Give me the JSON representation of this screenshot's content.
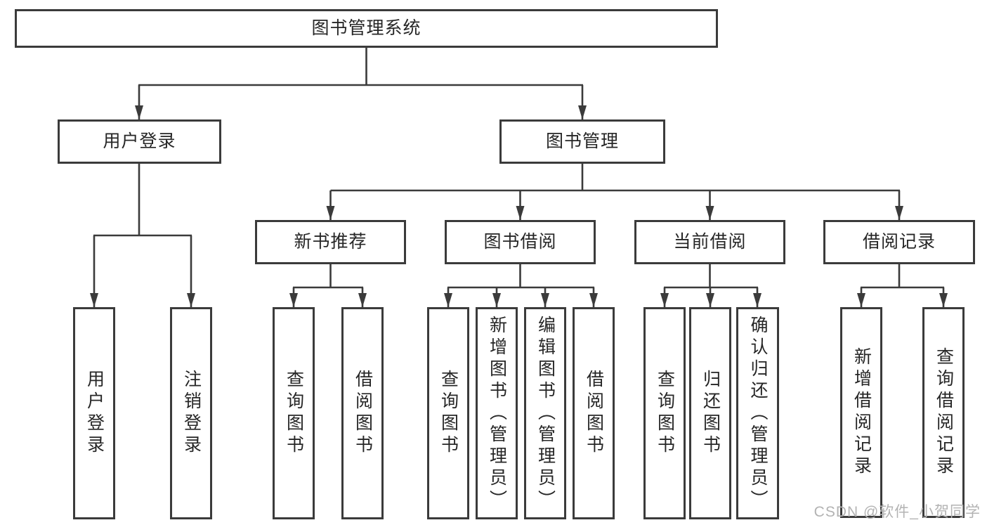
{
  "root": {
    "label": "图书管理系统"
  },
  "branches": [
    {
      "label": "用户登录",
      "children": [
        {
          "label": "用户登录"
        },
        {
          "label": "注销登录"
        }
      ]
    },
    {
      "label": "图书管理",
      "sections": [
        {
          "label": "新书推荐",
          "children": [
            {
              "label": "查询图书"
            },
            {
              "label": "借阅图书"
            }
          ]
        },
        {
          "label": "图书借阅",
          "children": [
            {
              "label": "查询图书"
            },
            {
              "label": "新增图书（管理员）"
            },
            {
              "label": "编辑图书（管理员）"
            },
            {
              "label": "借阅图书"
            }
          ]
        },
        {
          "label": "当前借阅",
          "children": [
            {
              "label": "查询图书"
            },
            {
              "label": "归还图书"
            },
            {
              "label": "确认归还（管理员）"
            }
          ]
        },
        {
          "label": "借阅记录",
          "children": [
            {
              "label": "新增借阅记录"
            },
            {
              "label": "查询借阅记录"
            }
          ]
        }
      ]
    }
  ],
  "watermark": {
    "text": "CSDN @软件_小贺同学"
  },
  "colors": {
    "line": "#3b3b3b",
    "text": "#262626",
    "box_fill": "#ffffff",
    "watermark": "#b3b3b3",
    "background": "#ffffff"
  }
}
